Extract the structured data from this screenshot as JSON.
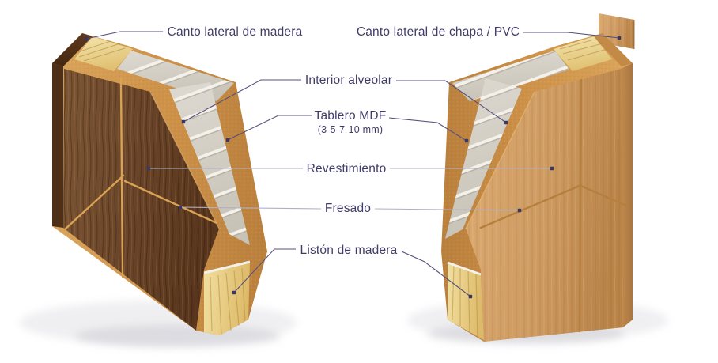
{
  "labels": {
    "canto_madera": "Canto lateral de madera",
    "canto_pvc": "Canto lateral de chapa / PVC",
    "interior_alveolar": "Interior alveolar",
    "tablero_mdf": "Tablero MDF",
    "tablero_mdf_sub": "(3-5-7-10 mm)",
    "revestimiento": "Revestimiento",
    "fresado": "Fresado",
    "liston_madera": "Listón de madera"
  },
  "colors": {
    "label_text": "#403c68",
    "leader_line": "#55517c",
    "leader_line_light": "#b2b0c0",
    "marker_dot": "#3b3764",
    "mdf_edge": "#cd9148",
    "honeycomb_core": "#d6d2c8",
    "rib_white": "#f3f1ea",
    "walnut_veneer": "#6b4529",
    "beech_veneer": "#cd9a61",
    "pine_wood": "#ecd391",
    "walnut_edge_band": "#53301a",
    "pvc_edge_sheet": "#d4a367"
  }
}
